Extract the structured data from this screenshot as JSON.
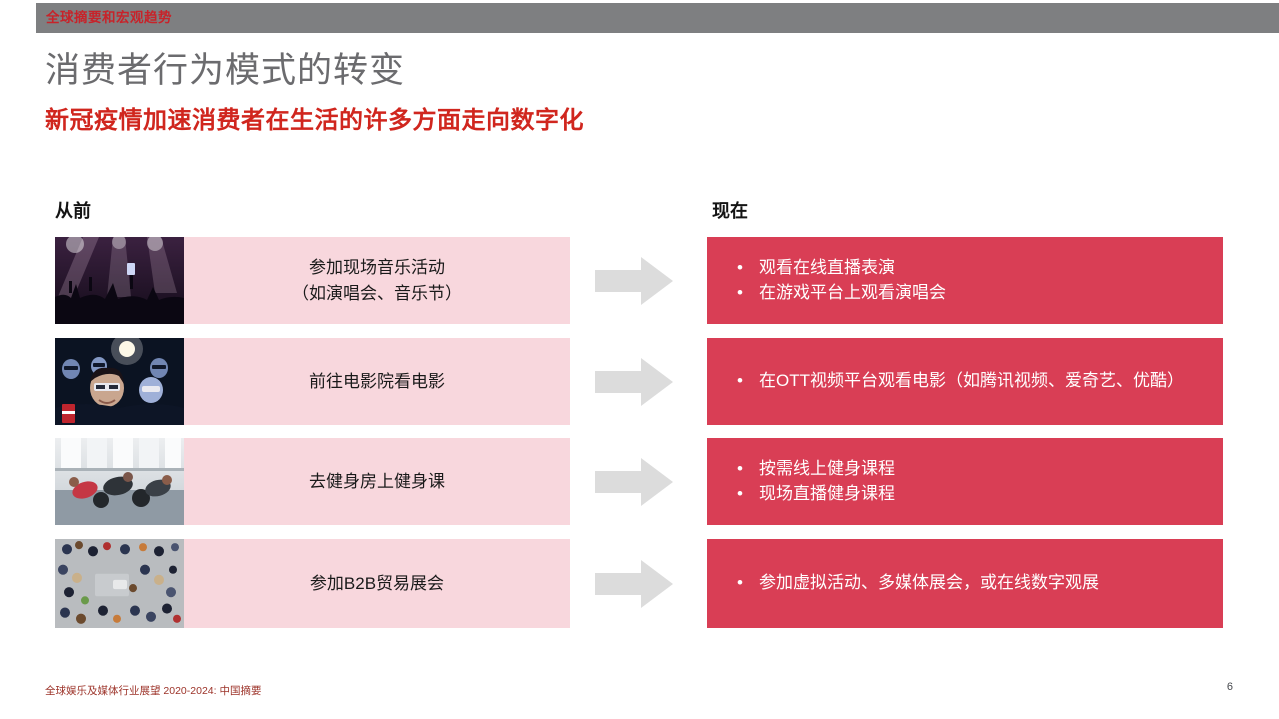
{
  "top_bar": {
    "label": "全球摘要和宏观趋势"
  },
  "header": {
    "title": "消费者行为模式的转变",
    "subtitle": "新冠疫情加速消费者在生活的许多方面走向数字化"
  },
  "columns": {
    "before": "从前",
    "now": "现在"
  },
  "rows": [
    {
      "image": "live-music-photo",
      "before": {
        "line1": "参加现场音乐活动",
        "line2": "（如演唱会、音乐节）"
      },
      "now": {
        "bullets": [
          "观看在线直播表演",
          "在游戏平台上观看演唱会"
        ]
      }
    },
    {
      "image": "cinema-audience-photo",
      "before": {
        "line1": "前往电影院看电影"
      },
      "now": {
        "bullets": [
          "在OTT视频平台观看电影（如腾讯视频、爱奇艺、优酷）"
        ]
      }
    },
    {
      "image": "gym-class-photo",
      "before": {
        "line1": "去健身房上健身课"
      },
      "now": {
        "bullets": [
          "按需线上健身课程",
          "现场直播健身课程"
        ]
      }
    },
    {
      "image": "trade-show-photo",
      "before": {
        "line1": "参加B2B贸易展会"
      },
      "now": {
        "bullets": [
          "参加虚拟活动、多媒体展会，或在线数字观展"
        ]
      }
    }
  ],
  "icons": {
    "arrow": "arrow-right-icon"
  },
  "footer": {
    "left": "全球娱乐及媒体行业展望 2020-2024: 中国摘要",
    "page_number": "6"
  },
  "colors": {
    "top_bar_gray": "#7E7F81",
    "top_bar_label_red": "#C7232A",
    "title_gray": "#6B6B6E",
    "subtitle_red": "#D0261E",
    "pink_box": "#F8D7DD",
    "red_box": "#D93E55",
    "arrow_gray": "#DCDCDC",
    "footer_red": "#9C3228"
  }
}
